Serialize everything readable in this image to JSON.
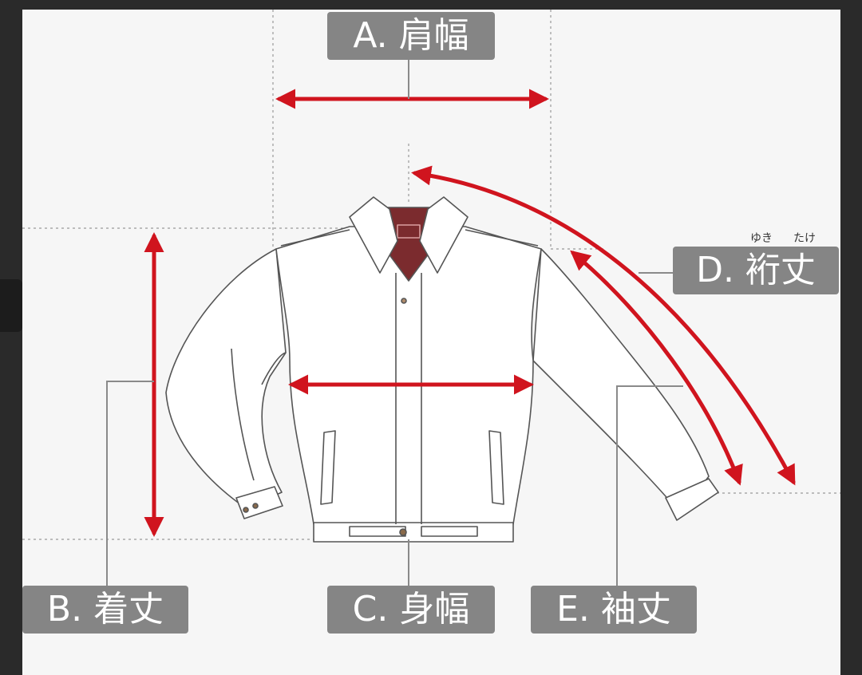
{
  "labels": {
    "shoulder_width": "A. 肩幅",
    "length": "B. 着丈",
    "body_width": "C. 身幅",
    "yuki_length": "D. 裄丈",
    "sleeve_length": "E. 袖丈"
  },
  "ruby": {
    "yuki": "ゆき",
    "take": "たけ"
  },
  "colors": {
    "arrow": "#d0141e",
    "label_bg": "#858585",
    "collar_lining": "#7b2b2e"
  }
}
